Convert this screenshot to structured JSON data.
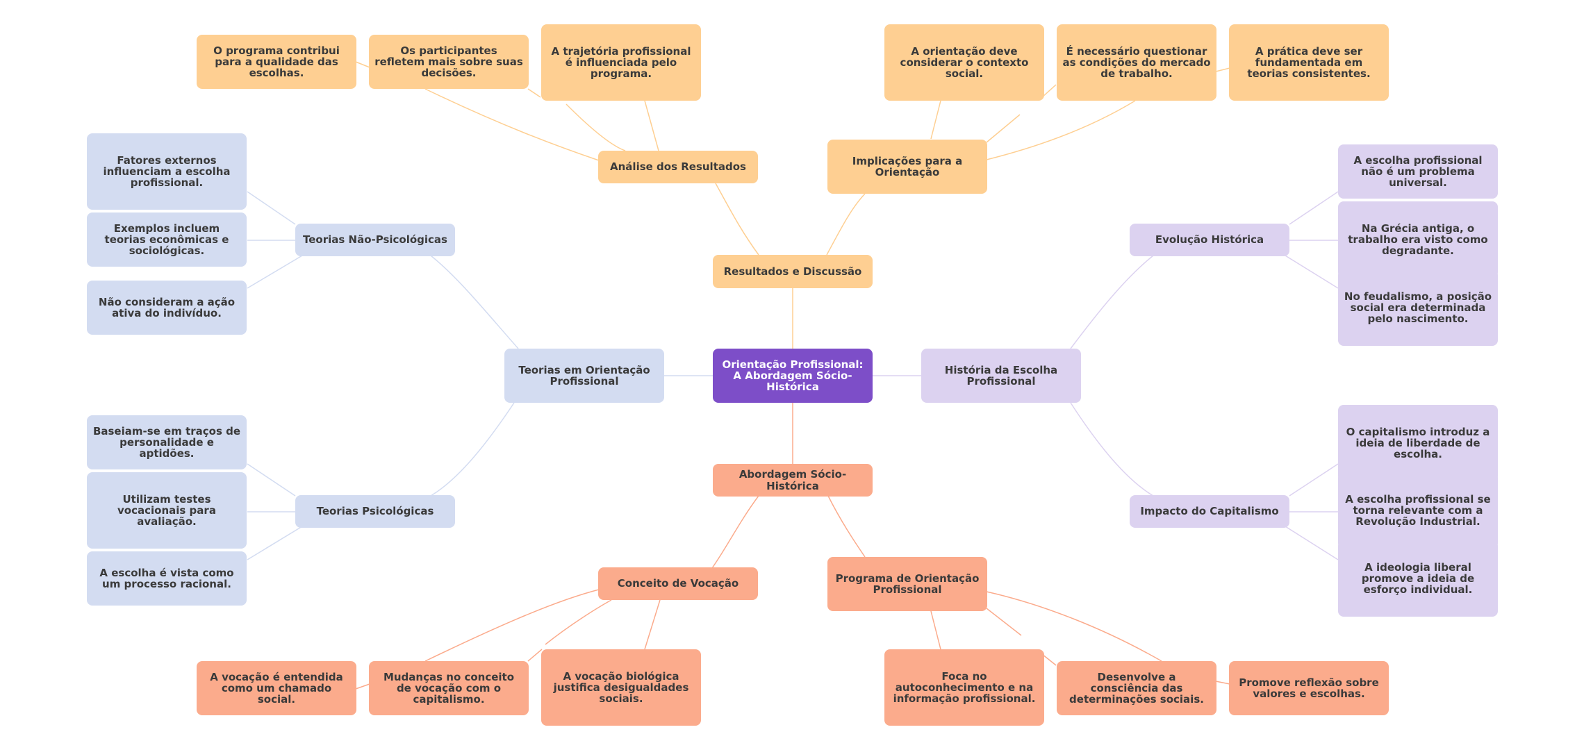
{
  "colors": {
    "root": "#7d4ec8",
    "results_branch": "#fecf92",
    "socio_branch": "#fbab8c",
    "theories_branch": "#d3dcf1",
    "history_branch": "#dcd2f0"
  },
  "root": {
    "label": "Orientação Profissional: A Abordagem Sócio-Histórica"
  },
  "results": {
    "label": "Resultados e Discussão",
    "analysis": {
      "label": "Análise dos Resultados",
      "items": [
        "O programa contribui para a qualidade das escolhas.",
        "Os participantes refletem mais sobre suas decisões.",
        "A trajetória profissional é influenciada pelo programa."
      ]
    },
    "implications": {
      "label": "Implicações para a Orientação",
      "items": [
        "A orientação deve considerar o contexto social.",
        "É necessário questionar as condições do mercado de trabalho.",
        "A prática deve ser fundamentada em teorias consistentes."
      ]
    }
  },
  "theories": {
    "label": "Teorias em Orientação Profissional",
    "non_psych": {
      "label": "Teorias Não-Psicológicas",
      "items": [
        "Fatores externos influenciam a escolha profissional.",
        "Exemplos incluem teorias econômicas e sociológicas.",
        "Não consideram a ação ativa do indivíduo."
      ]
    },
    "psych": {
      "label": "Teorias Psicológicas",
      "items": [
        "Baseiam-se em traços de personalidade e aptidões.",
        "Utilizam testes vocacionais para avaliação.",
        "A escolha é vista como um processo racional."
      ]
    }
  },
  "history": {
    "label": "História da Escolha Profissional",
    "evolution": {
      "label": "Evolução Histórica",
      "items": [
        "A escolha profissional não é um problema universal.",
        "Na Grécia antiga, o trabalho era visto como degradante.",
        "No feudalismo, a posição social era determinada pelo nascimento."
      ]
    },
    "capitalism": {
      "label": "Impacto do Capitalismo",
      "items": [
        "O capitalismo introduz a ideia de liberdade de escolha.",
        "A escolha profissional se torna relevante com a Revolução Industrial.",
        "A ideologia liberal promove a ideia de esforço individual."
      ]
    }
  },
  "socio": {
    "label": "Abordagem Sócio-Histórica",
    "vocation": {
      "label": "Conceito de Vocação",
      "items": [
        "A vocação é entendida como um chamado social.",
        "Mudanças no conceito de vocação com o capitalismo.",
        "A vocação biológica justifica desigualdades sociais."
      ]
    },
    "program": {
      "label": "Programa de Orientação Profissional",
      "items": [
        "Foca no autoconhecimento e na informação profissional.",
        "Desenvolve a consciência das determinações sociais.",
        "Promove reflexão sobre valores e escolhas."
      ]
    }
  }
}
